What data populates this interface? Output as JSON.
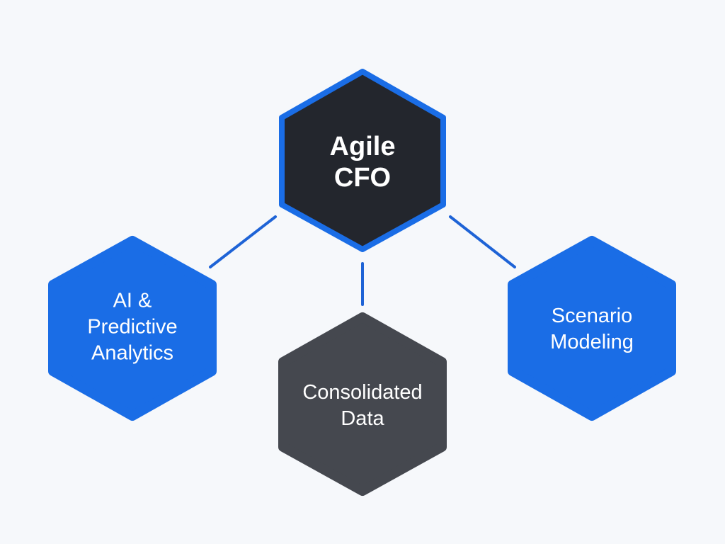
{
  "colors": {
    "blue": "#1a6de6",
    "dark": "#23262d",
    "gray": "#45484f",
    "connector": "#1e63d6",
    "background": "#f6f8fb"
  },
  "center": {
    "line1": "Agile",
    "line2": "CFO"
  },
  "nodes": [
    {
      "line1": "AI &",
      "line2": "Predictive",
      "line3": "Analytics"
    },
    {
      "line1": "Consolidated",
      "line2": "Data"
    },
    {
      "line1": "Scenario",
      "line2": "Modeling"
    }
  ]
}
